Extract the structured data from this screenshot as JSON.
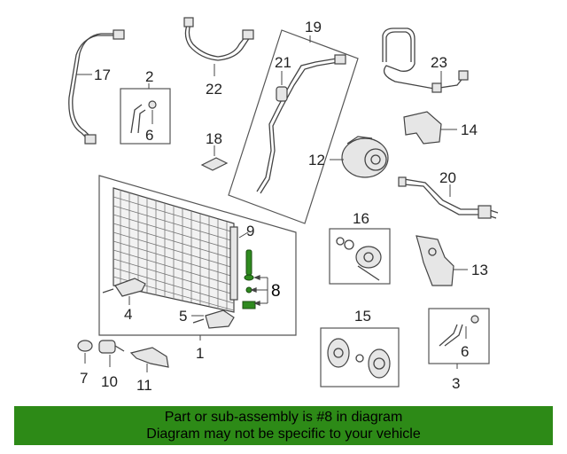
{
  "callouts": {
    "c1": "1",
    "c2": "2",
    "c3": "3",
    "c4": "4",
    "c5": "5",
    "c6a": "6",
    "c6b": "6",
    "c7": "7",
    "c8": "8",
    "c9": "9",
    "c10": "10",
    "c11": "11",
    "c12": "12",
    "c13": "13",
    "c14": "14",
    "c15": "15",
    "c16": "16",
    "c17": "17",
    "c18": "18",
    "c19": "19",
    "c20": "20",
    "c21": "21",
    "c22": "22",
    "c23": "23"
  },
  "highlight_color": "#2d8a17",
  "footer": {
    "line1": "Part or sub-assembly is #8 in diagram",
    "line2": "Diagram may not be specific to your vehicle"
  }
}
